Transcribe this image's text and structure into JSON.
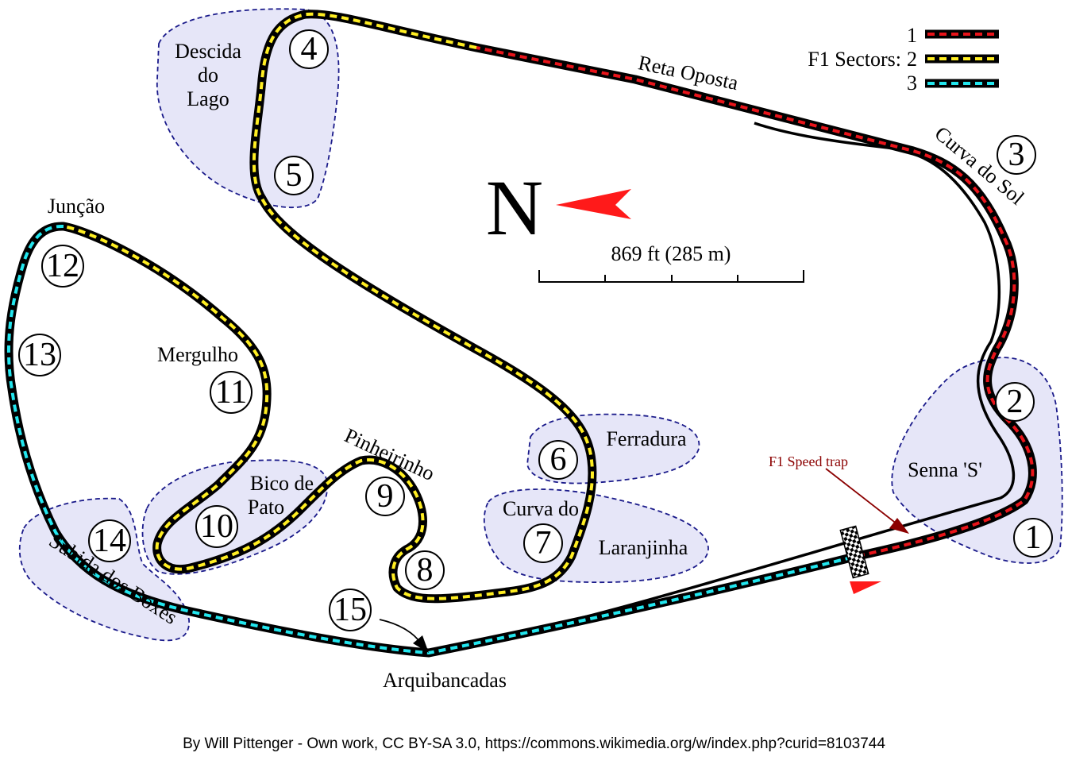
{
  "map": {
    "sector_colors": {
      "s1": "#e8141a",
      "s2": "#ffee22",
      "s3": "#22e6ee"
    },
    "zone_color": "#e6e6f8",
    "speed_trap_color": "#8b0000",
    "arrow_color": "#ff1a1a"
  },
  "legend": {
    "title": "F1 Sectors:",
    "items": [
      {
        "num": "1"
      },
      {
        "num": "2"
      },
      {
        "num": "3"
      }
    ]
  },
  "compass": {
    "letter": "N"
  },
  "scale": {
    "label": "869 ft (285 m)"
  },
  "turns": [
    {
      "num": "1"
    },
    {
      "num": "2"
    },
    {
      "num": "3"
    },
    {
      "num": "4"
    },
    {
      "num": "5"
    },
    {
      "num": "6"
    },
    {
      "num": "7"
    },
    {
      "num": "8"
    },
    {
      "num": "9"
    },
    {
      "num": "10"
    },
    {
      "num": "11"
    },
    {
      "num": "12"
    },
    {
      "num": "13"
    },
    {
      "num": "14"
    },
    {
      "num": "15"
    }
  ],
  "labels": {
    "descida_1": "Descida",
    "descida_2": "do",
    "descida_3": "Lago",
    "reta_oposta": "Reta Oposta",
    "curva_do_sol": "Curva do Sol",
    "juncao": "Junção",
    "mergulho": "Mergulho",
    "ferradura": "Ferradura",
    "pinheirinho": "Pinheirinho",
    "bico_1": "Bico de",
    "bico_2": "Pato",
    "curva_do_1": "Curva do",
    "laranjinha": "Laranjinha",
    "senna_s": "Senna 'S'",
    "speed_trap": "F1 Speed trap",
    "subida": "Subida dos Boxes",
    "arquibancadas": "Arquibancadas"
  },
  "credit": "By Will Pittenger - Own work, CC BY-SA 3.0, https://commons.wikimedia.org/w/index.php?curid=8103744"
}
